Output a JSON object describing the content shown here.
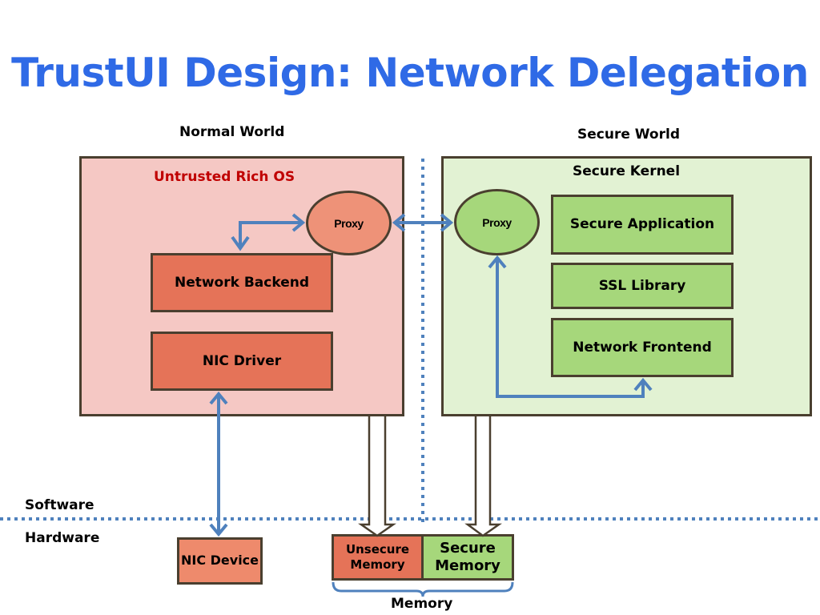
{
  "title": "TrustUI Design: Network Delegation",
  "normal_world": {
    "heading": "Normal World",
    "os_label": "Untrusted Rich OS",
    "proxy": "Proxy",
    "network_backend": "Network Backend",
    "nic_driver": "NIC Driver"
  },
  "secure_world": {
    "heading": "Secure World",
    "kernel_label": "Secure Kernel",
    "proxy": "Proxy",
    "secure_application": "Secure Application",
    "ssl_library": "SSL Library",
    "network_frontend": "Network Frontend"
  },
  "layers": {
    "software": "Software",
    "hardware": "Hardware"
  },
  "hardware": {
    "nic_device": "NIC Device",
    "unsecure_memory": "Unsecure Memory",
    "secure_memory": "Secure Memory",
    "memory_label": "Memory"
  },
  "colors": {
    "title": "#2f6ae6",
    "arrow": "#4f81bd",
    "untrusted_label": "#c00000"
  }
}
